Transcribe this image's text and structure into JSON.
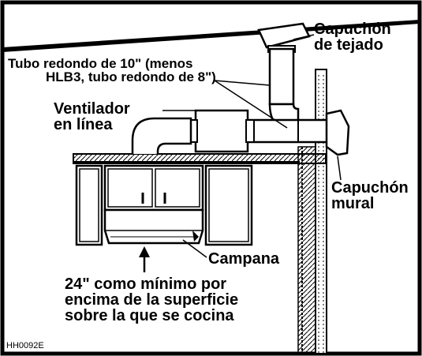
{
  "labels": {
    "roof_cap": [
      "Capuchón",
      "de tejado"
    ],
    "round_duct": [
      "Tubo redondo de 10\" (menos",
      "HLB3, tubo redondo de 8\")"
    ],
    "inline_fan": [
      "Ventilador",
      "en línea"
    ],
    "wall_cap": [
      "Capuchón",
      "mural"
    ],
    "hood": "Campana",
    "min_height": [
      "24\" como mínimo por",
      "encima de la superficie",
      "sobre la que se cocina"
    ],
    "figure_code": "HH0092E"
  }
}
